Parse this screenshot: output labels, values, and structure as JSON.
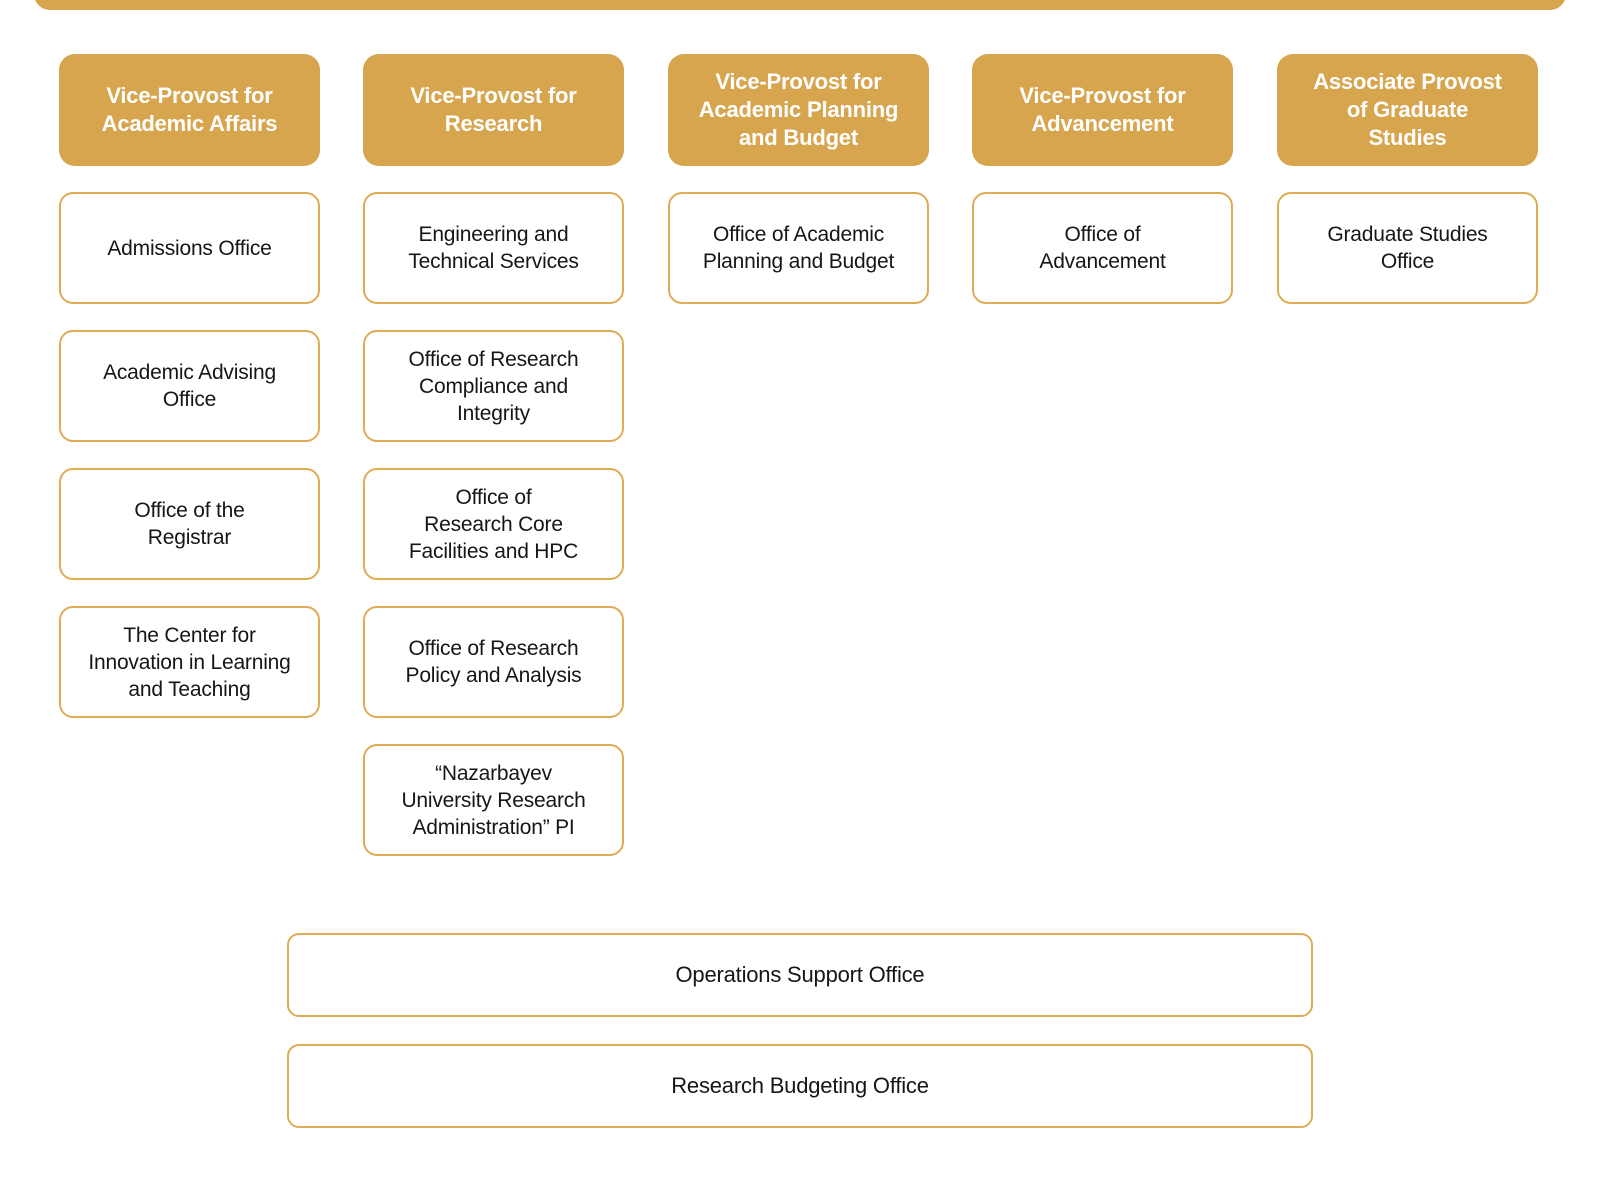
{
  "colors": {
    "gold_fill": "#D7A54E",
    "gold_border": "#DFAC55",
    "header_text": "#FFFFFF",
    "box_text": "#161616",
    "background": "#FFFFFF"
  },
  "columns": [
    {
      "header": "Vice-Provost for\nAcademic Affairs",
      "offices": [
        "Admissions Office",
        "Academic Advising\nOffice",
        "Office of the\nRegistrar",
        "The Center for\nInnovation in Learning\nand Teaching"
      ]
    },
    {
      "header": "Vice-Provost for\nResearch",
      "offices": [
        "Engineering and\nTechnical Services",
        "Office of Research\nCompliance and\nIntegrity",
        "Office of\nResearch Core\nFacilities and HPC",
        "Office of Research\nPolicy and Analysis",
        "“Nazarbayev\nUniversity Research\nAdministration” PI"
      ]
    },
    {
      "header": "Vice-Provost for\nAcademic Planning\nand Budget",
      "offices": [
        "Office of Academic\nPlanning and Budget"
      ]
    },
    {
      "header": "Vice-Provost for\nAdvancement",
      "offices": [
        "Office of\nAdvancement"
      ]
    },
    {
      "header": "Associate Provost\nof Graduate\nStudies",
      "offices": [
        "Graduate Studies\nOffice"
      ]
    }
  ],
  "footer_boxes": [
    "Operations Support Office",
    "Research Budgeting Office"
  ]
}
